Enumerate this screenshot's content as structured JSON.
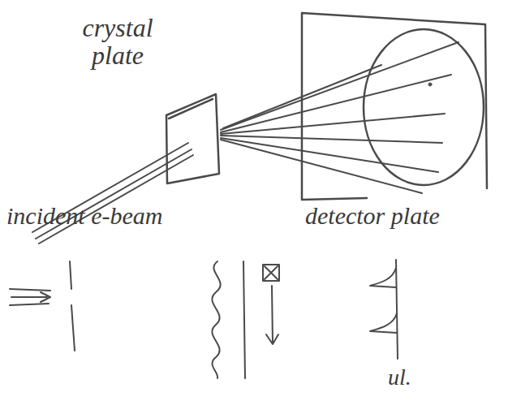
{
  "diagram": {
    "labels": [
      "crystal plate",
      "incident e-beam",
      "detector plate",
      "ul."
    ]
  }
}
